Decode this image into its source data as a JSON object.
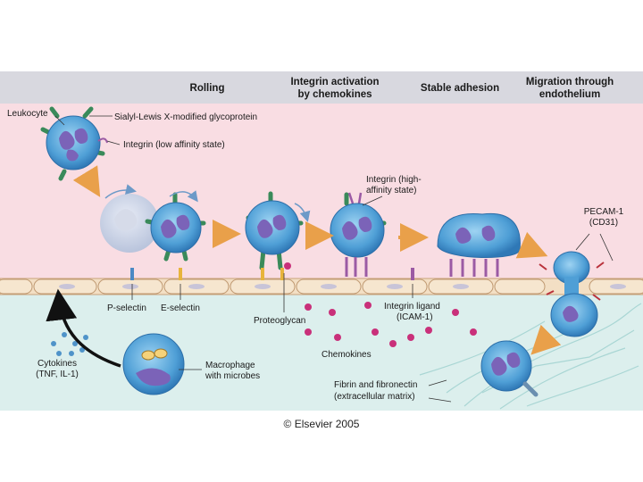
{
  "headers": {
    "rolling": "Rolling",
    "activation_1": "Integrin activation",
    "activation_2": "by chemokines",
    "stable": "Stable adhesion",
    "migration_1": "Migration through",
    "migration_2": "endothelium"
  },
  "labels": {
    "leukocyte": "Leukocyte",
    "sialyl": "Sialyl-Lewis X-modified glycoprotein",
    "integrin_low": "Integrin (low affinity state)",
    "integrin_high_1": "Integrin (high-",
    "integrin_high_2": "affinity state)",
    "pecam_1": "PECAM-1",
    "pecam_2": "(CD31)",
    "p_selectin": "P-selectin",
    "e_selectin": "E-selectin",
    "proteoglycan": "Proteoglycan",
    "integrin_ligand_1": "Integrin ligand",
    "integrin_ligand_2": "(ICAM-1)",
    "cytokines_1": "Cytokines",
    "cytokines_2": "(TNF, IL-1)",
    "macrophage_1": "Macrophage",
    "macrophage_2": "with microbes",
    "chemokines": "Chemokines",
    "fibrin_1": "Fibrin and fibronectin",
    "fibrin_2": "(extracellular matrix)"
  },
  "copyright": "© Elsevier 2005",
  "colors": {
    "header_band": "#d8d8df",
    "vessel_lumen": "#f9dde3",
    "tissue": "#dcefed",
    "endothelium": "#f3dfc4",
    "cell_body": "#4f9fd6",
    "nucleus": "#7b63b8",
    "arrow": "#e9a04a",
    "chemokine": "#c9307a"
  }
}
